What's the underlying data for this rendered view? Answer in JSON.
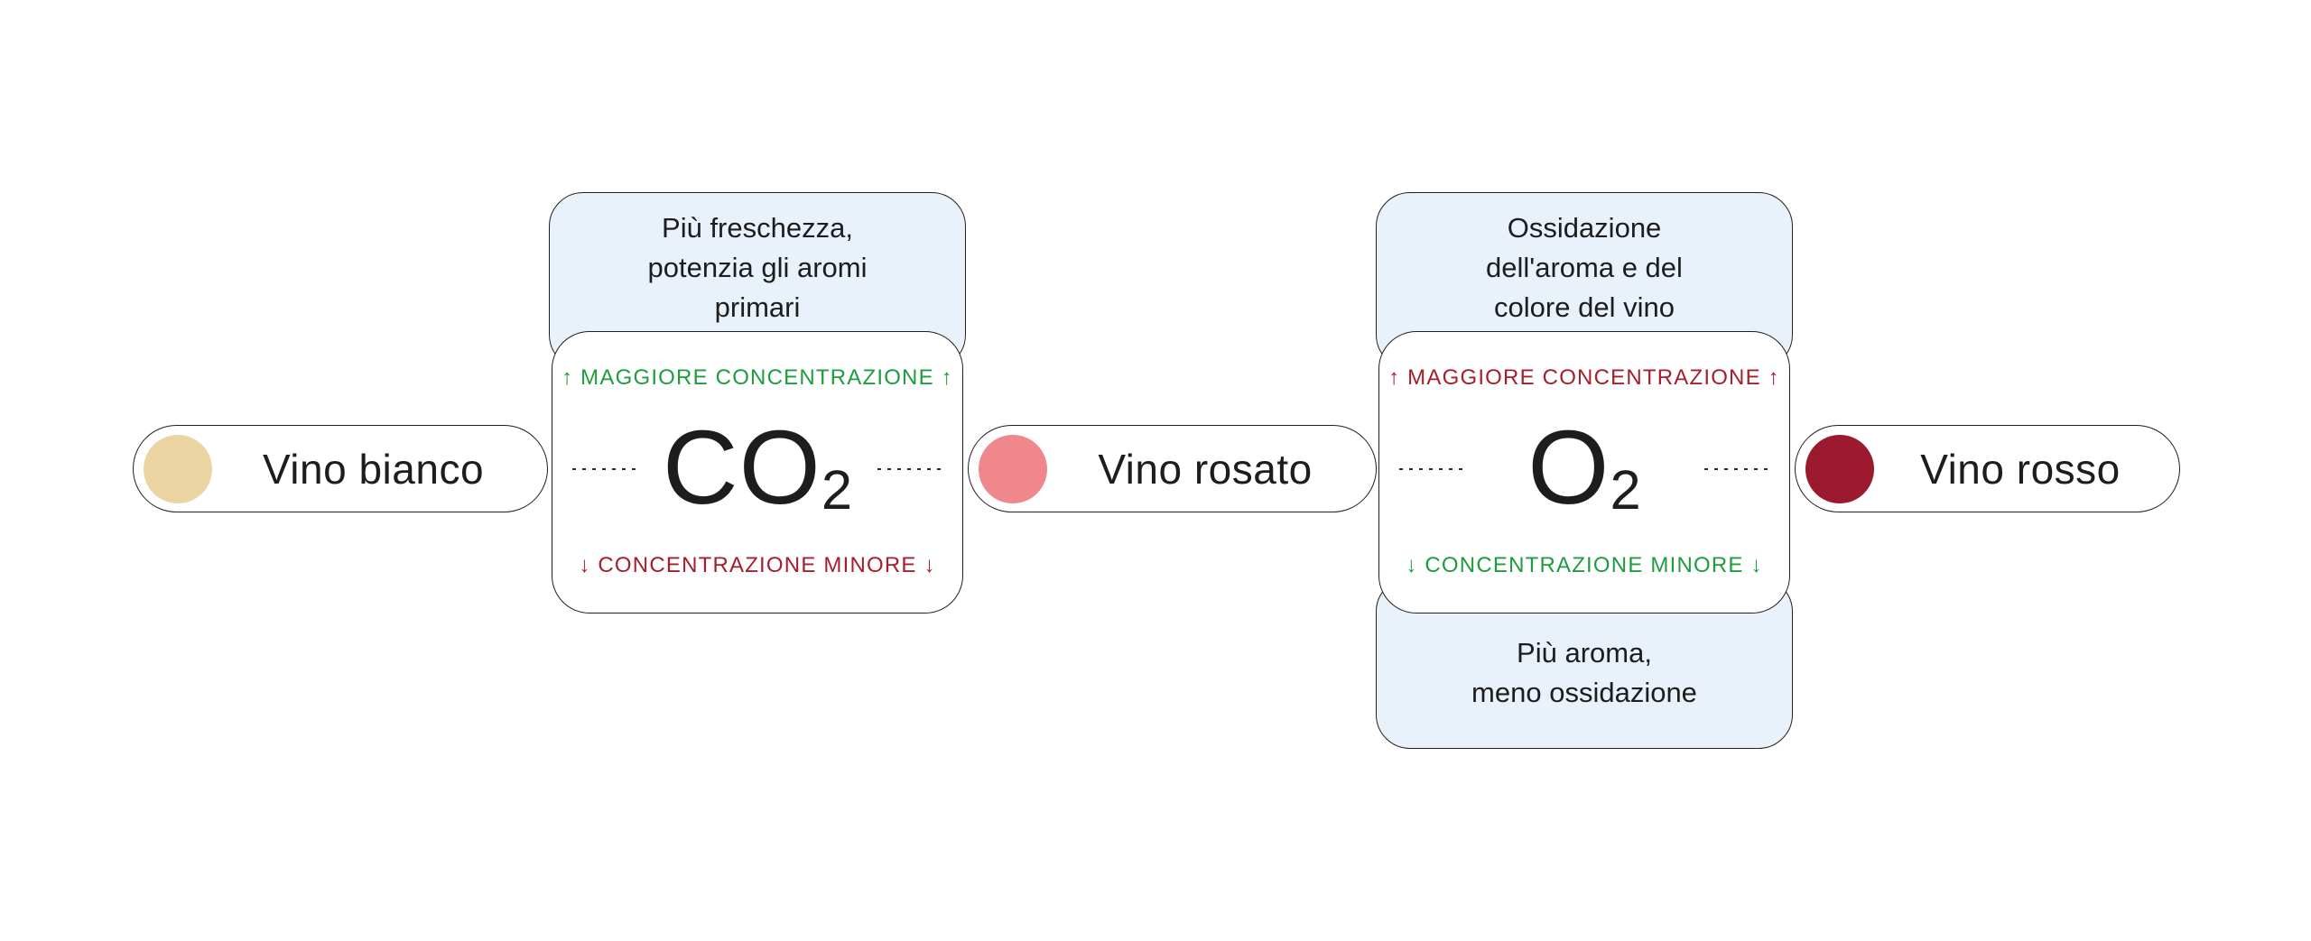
{
  "colors": {
    "background": "#ffffff",
    "outline": "#1f1f1f",
    "text_dark": "#1d1d1d",
    "note_fill": "#e9f1fa",
    "green": "#1e9c3f",
    "dark_red": "#a51e2c",
    "dot_bianco": "#ead4a1",
    "dot_rosato": "#f0878d",
    "dot_rosso": "#9c1a2d"
  },
  "pills": [
    {
      "id": "vino-bianco",
      "label": "Vino bianco",
      "dot_color": "#ead4a1"
    },
    {
      "id": "vino-rosato",
      "label": "Vino rosato",
      "dot_color": "#f0878d"
    },
    {
      "id": "vino-rosso",
      "label": "Vino rosso",
      "dot_color": "#9c1a2d"
    }
  ],
  "gas_boxes": [
    {
      "id": "co2",
      "symbol": "CO",
      "subscript": "2",
      "top_note": [
        "Più freschezza,",
        "potenzia gli aromi",
        "primari"
      ],
      "more_label": "↑ MAGGIORE CONCENTRAZIONE ↑",
      "more_color": "#1e9c3f",
      "less_label": "↓ CONCENTRAZIONE MINORE ↓",
      "less_color": "#a51e2c"
    },
    {
      "id": "o2",
      "symbol": "O",
      "subscript": "2",
      "top_note": [
        "Ossidazione",
        "dell'aroma e del",
        "colore del vino"
      ],
      "bottom_note": [
        "Più aroma,",
        "meno ossidazione"
      ],
      "more_label": "↑ MAGGIORE CONCENTRAZIONE ↑",
      "more_color": "#a51e2c",
      "less_label": "↓ CONCENTRAZIONE MINORE ↓",
      "less_color": "#1e9c3f"
    }
  ]
}
